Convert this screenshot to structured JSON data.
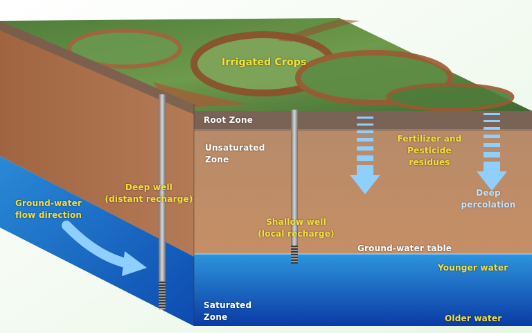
{
  "labels": {
    "irrigated_crops": "Irrigated Crops",
    "root_zone": "Root Zone",
    "unsaturated_zone_1": "Unsaturated",
    "unsaturated_zone_2": "Zone",
    "deep_well_1": "Deep well",
    "deep_well_2": "(distant recharge)",
    "shallow_well_1": "Shallow well",
    "shallow_well_2": "(local recharge)",
    "groundwater_flow_1": "Ground-water",
    "groundwater_flow_2": "flow direction",
    "fertilizer_1": "Fertilizer and",
    "fertilizer_2": "Pesticide",
    "fertilizer_3": "residues",
    "deep_percolation_1": "Deep",
    "deep_percolation_2": "percolation",
    "groundwater_table": "Ground-water table",
    "younger_water": "Younger water",
    "older_water": "Older water",
    "saturated_zone_1": "Saturated",
    "saturated_zone_2": "Zone"
  },
  "colors": {
    "soil": "#b98560",
    "water_top": "#2a8fd8",
    "water_bottom": "#0b3fa8",
    "label_yellow": "#f5e03a",
    "label_white": "#ffffff",
    "label_blue": "#bfe3ff",
    "arrow_blue": "#8fcfff"
  }
}
